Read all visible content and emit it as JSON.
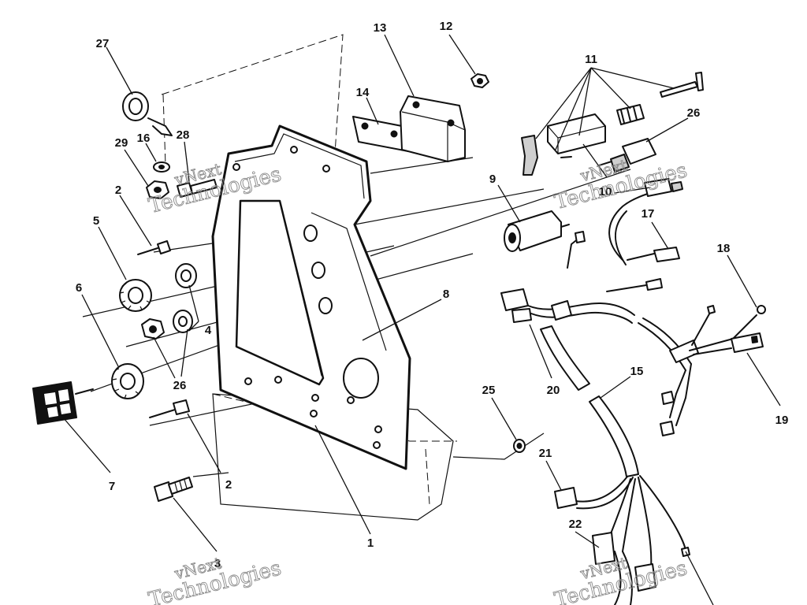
{
  "diagram": {
    "callouts": [
      "27",
      "16",
      "28",
      "29",
      "2",
      "5",
      "6",
      "4",
      "26",
      "7",
      "2",
      "3",
      "1",
      "8",
      "14",
      "13",
      "12",
      "11",
      "26",
      "10",
      "9",
      "17",
      "18",
      "19",
      "20",
      "15",
      "25",
      "21",
      "22"
    ],
    "watermark": {
      "line1": "vNext",
      "line2": "Technologies"
    }
  }
}
